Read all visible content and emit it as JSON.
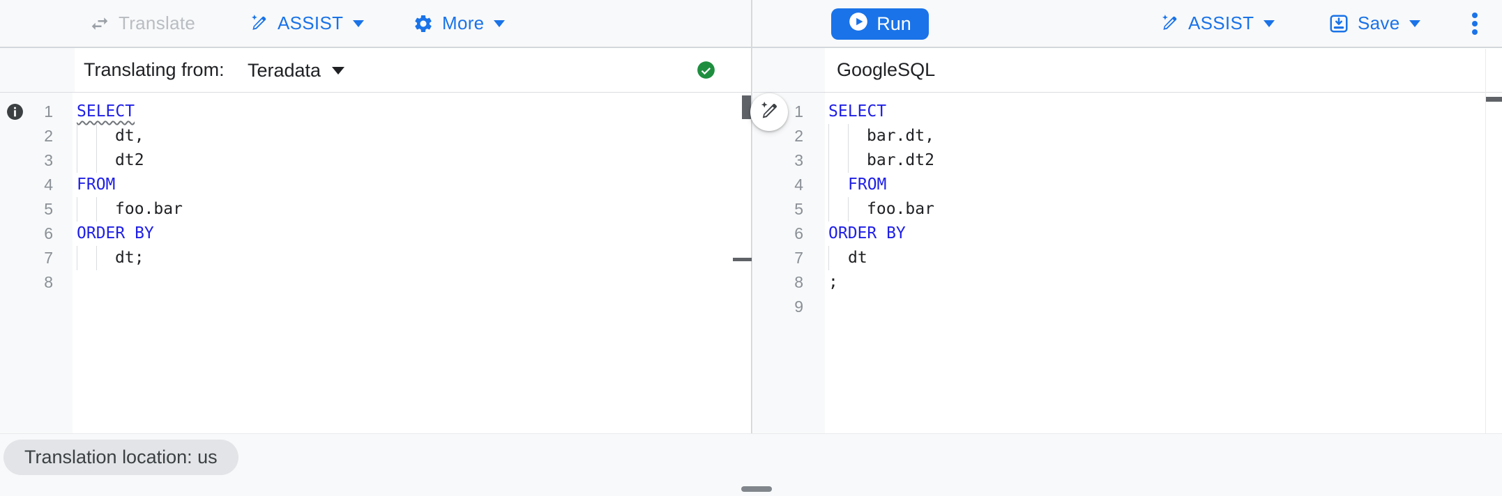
{
  "toolbar": {
    "translate_label": "Translate",
    "assist_label": "ASSIST",
    "more_label": "More",
    "run_label": "Run",
    "assist_right_label": "ASSIST",
    "save_label": "Save"
  },
  "left_pane": {
    "header_label": "Translating from:",
    "dialect": "Teradata",
    "status": "success",
    "lines": [
      {
        "num": "1",
        "indent": 0,
        "guides": [],
        "segments": [
          {
            "text": "SELECT",
            "kind": "keyword",
            "squiggle": true
          }
        ]
      },
      {
        "num": "2",
        "indent": 4,
        "guides": [
          0,
          2
        ],
        "segments": [
          {
            "text": "dt,",
            "kind": "plain"
          }
        ]
      },
      {
        "num": "3",
        "indent": 4,
        "guides": [
          0,
          2
        ],
        "segments": [
          {
            "text": "dt2",
            "kind": "plain"
          }
        ]
      },
      {
        "num": "4",
        "indent": 0,
        "guides": [],
        "segments": [
          {
            "text": "FROM",
            "kind": "keyword"
          }
        ]
      },
      {
        "num": "5",
        "indent": 4,
        "guides": [
          0,
          2
        ],
        "segments": [
          {
            "text": "foo.bar",
            "kind": "plain"
          }
        ]
      },
      {
        "num": "6",
        "indent": 0,
        "guides": [],
        "segments": [
          {
            "text": "ORDER BY",
            "kind": "keyword"
          }
        ]
      },
      {
        "num": "7",
        "indent": 4,
        "guides": [
          0,
          2
        ],
        "segments": [
          {
            "text": "dt;",
            "kind": "plain"
          }
        ]
      },
      {
        "num": "8",
        "indent": 0,
        "guides": [],
        "segments": []
      }
    ]
  },
  "right_pane": {
    "header_label": "GoogleSQL",
    "lines": [
      {
        "num": "1",
        "indent": 0,
        "guides": [],
        "segments": [
          {
            "text": "SELECT",
            "kind": "keyword"
          }
        ]
      },
      {
        "num": "2",
        "indent": 4,
        "guides": [
          0,
          2
        ],
        "segments": [
          {
            "text": "bar.dt,",
            "kind": "plain"
          }
        ]
      },
      {
        "num": "3",
        "indent": 4,
        "guides": [
          0,
          2
        ],
        "segments": [
          {
            "text": "bar.dt2",
            "kind": "plain"
          }
        ]
      },
      {
        "num": "4",
        "indent": 2,
        "guides": [
          0
        ],
        "segments": [
          {
            "text": "FROM",
            "kind": "keyword"
          }
        ]
      },
      {
        "num": "5",
        "indent": 4,
        "guides": [
          0,
          2
        ],
        "segments": [
          {
            "text": "foo.bar",
            "kind": "plain"
          }
        ]
      },
      {
        "num": "6",
        "indent": 0,
        "guides": [],
        "segments": [
          {
            "text": "ORDER BY",
            "kind": "keyword"
          }
        ]
      },
      {
        "num": "7",
        "indent": 2,
        "guides": [
          0
        ],
        "segments": [
          {
            "text": "dt",
            "kind": "plain"
          }
        ]
      },
      {
        "num": "8",
        "indent": 0,
        "guides": [],
        "segments": [
          {
            "text": ";",
            "kind": "plain"
          }
        ]
      },
      {
        "num": "9",
        "indent": 0,
        "guides": [],
        "segments": []
      }
    ]
  },
  "footer": {
    "location_chip": "Translation location: us"
  },
  "colors": {
    "accent_blue": "#1a73e8",
    "keyword_blue": "#1f1fe6",
    "success_green": "#1e8e3e",
    "disabled_gray": "#b9bdc2",
    "gutter_bg": "#f8f9fa",
    "text_dark": "#202124"
  },
  "icons": [
    "swap-horiz-icon",
    "magic-pencil-icon",
    "gear-icon",
    "play-circle-icon",
    "save-icon",
    "kebab-icon",
    "info-icon",
    "check-circle-icon",
    "ai-edit-icon"
  ]
}
